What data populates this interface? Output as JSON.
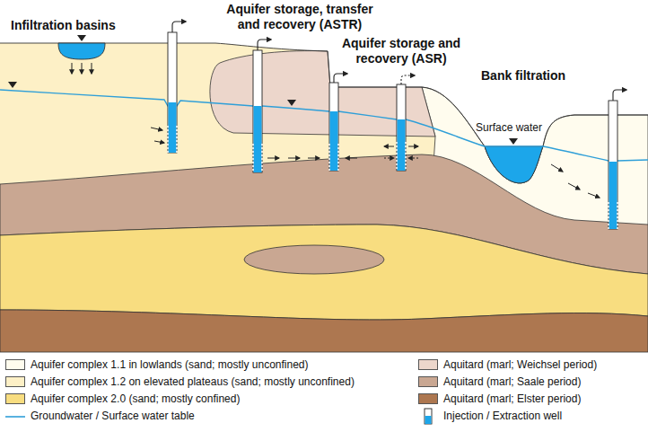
{
  "diagram": {
    "labels": [
      "Infiltration basins",
      "Aquifer storage, transfer and recovery (ASTR)",
      "Aquifer storage and recovery (ASR)",
      "Bank filtration",
      "Surface water"
    ],
    "legend": [
      {
        "text": "Aquifer complex 1.1 in lowlands (sand; mostly unconfined)",
        "color": "#fffcee"
      },
      {
        "text": "Aquitard (marl; Weichsel period)",
        "color": "#ecd6cb"
      },
      {
        "text": "Aquifer complex 1.2 on elevated plateaus (sand; mostly unconfined)",
        "color": "#fdf0c6"
      },
      {
        "text": "Aquitard (marl; Saale period)",
        "color": "#c9a792"
      },
      {
        "text": "Aquifer complex 2.0 (sand; mostly confined)",
        "color": "#f8dd80"
      },
      {
        "text": "Aquitard (marl; Elster period)",
        "color": "#ad7750"
      },
      {
        "text": "Groundwater / Surface water table"
      },
      {
        "text": "Injection / Extraction well"
      }
    ]
  }
}
